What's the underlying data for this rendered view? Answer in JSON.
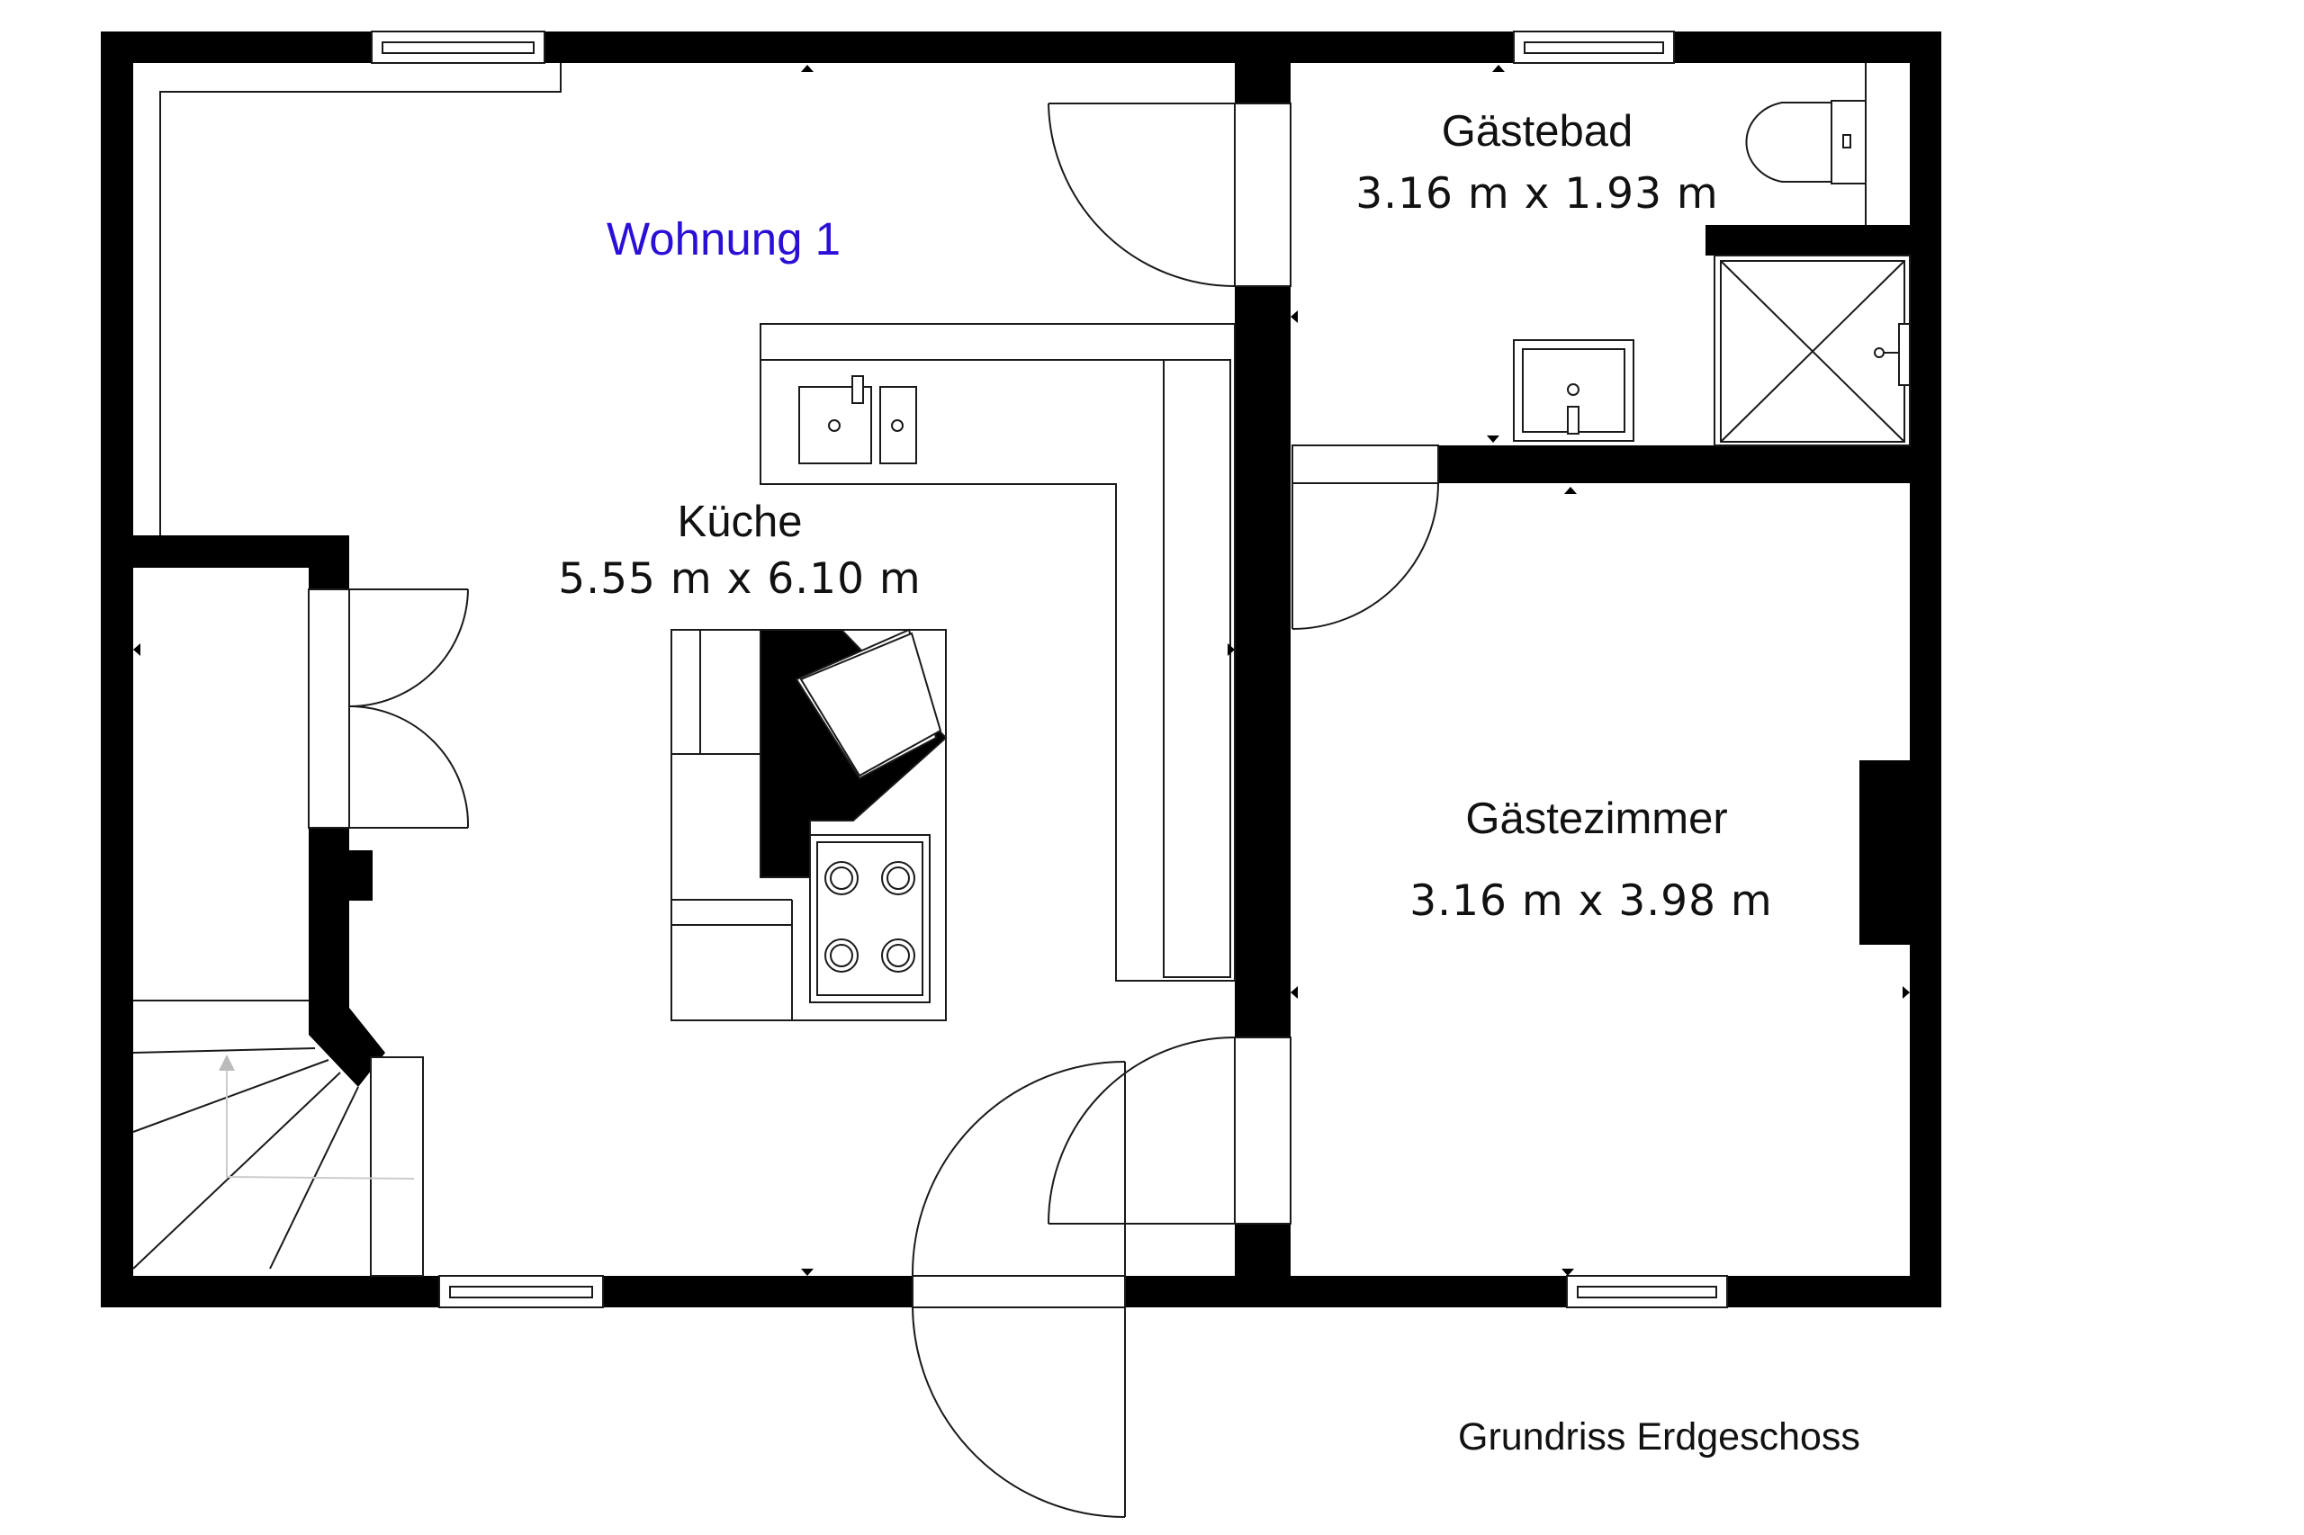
{
  "colors": {
    "wall": "#000000",
    "line": "#1a1a1a",
    "unit_label": "#2a0fd6",
    "stairs_arrow": "#bbbbbb"
  },
  "floor_plan": {
    "unit_label": "Wohnung 1",
    "title": "Grundriss Erdgeschoss",
    "rooms": [
      {
        "name": "Küche",
        "dimensions": "5.55 m x 6.10 m"
      },
      {
        "name": "Gästebad",
        "dimensions": "3.16 m x 1.93 m"
      },
      {
        "name": "Gästezimmer",
        "dimensions": "3.16 m x 3.98 m"
      }
    ]
  }
}
